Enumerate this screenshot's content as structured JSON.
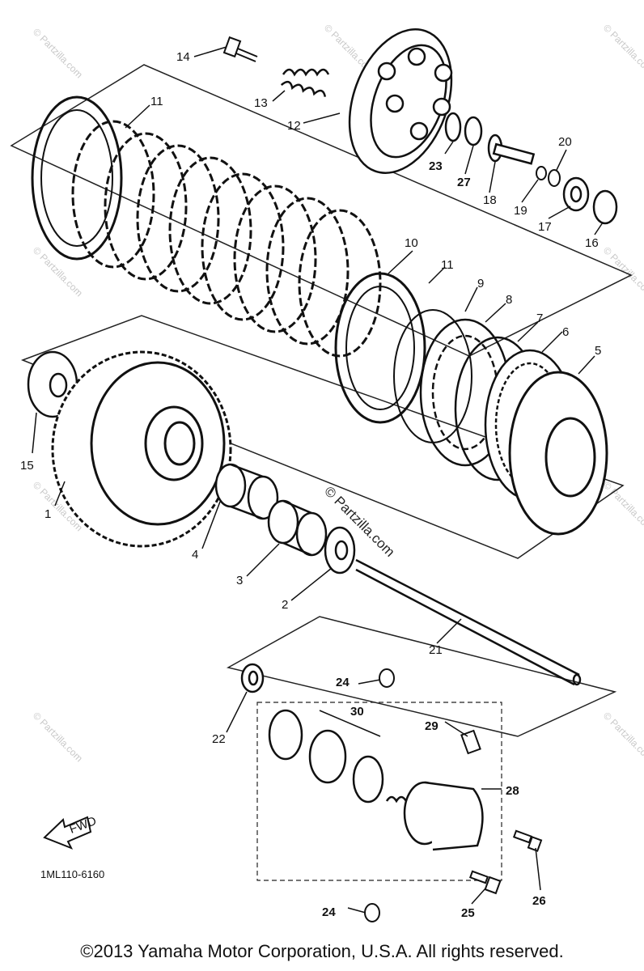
{
  "parts": {
    "p1": "1",
    "p2": "2",
    "p3": "3",
    "p4": "4",
    "p5": "5",
    "p6": "6",
    "p7": "7",
    "p8": "8",
    "p9": "9",
    "p10": "10",
    "p11a": "11",
    "p11b": "11",
    "p12": "12",
    "p13": "13",
    "p14": "14",
    "p15": "15",
    "p16": "16",
    "p17": "17",
    "p18": "18",
    "p19": "19",
    "p20": "20",
    "p21": "21",
    "p22": "22",
    "p23": "23",
    "p24a": "24",
    "p24b": "24",
    "p25": "25",
    "p26": "26",
    "p27": "27",
    "p28": "28",
    "p29": "29",
    "p30": "30"
  },
  "watermark": "© Partzilla.com",
  "watermark_small": "© Partzilla.com",
  "fwd_label": "FWD",
  "diagram_code": "1ML110-6160",
  "copyright": "©2013 Yamaha Motor Corporation, U.S.A. All rights reserved."
}
